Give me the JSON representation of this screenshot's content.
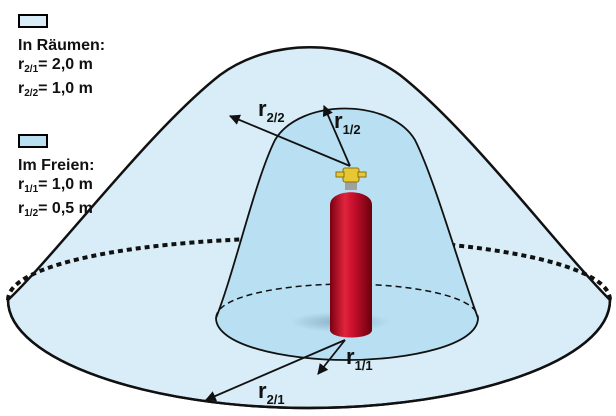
{
  "legend": {
    "indoor": {
      "swatch_color": "#d8edf7",
      "title": "In Räumen:",
      "rows": [
        {
          "r": "r",
          "sub": "2/1",
          "value": "= 2,0 m"
        },
        {
          "r": "r",
          "sub": "2/2",
          "value": "= 1,0 m"
        }
      ]
    },
    "outdoor": {
      "swatch_color": "#b8dff2",
      "title": "Im Freien:",
      "rows": [
        {
          "r": "r",
          "sub": "1/1",
          "value": "= 1,0 m"
        },
        {
          "r": "r",
          "sub": "1/2",
          "value": "= 0,5 m"
        }
      ]
    }
  },
  "labels": {
    "r22": {
      "r": "r",
      "sub": "2/2"
    },
    "r12": {
      "r": "r",
      "sub": "1/2"
    },
    "r11": {
      "r": "r",
      "sub": "1/1"
    },
    "r21": {
      "r": "r",
      "sub": "2/1"
    }
  },
  "colors": {
    "outer_zone": "#d8edf7",
    "inner_zone": "#b8dff2",
    "cylinder": "#c8102e",
    "valve": "#e8c832"
  }
}
